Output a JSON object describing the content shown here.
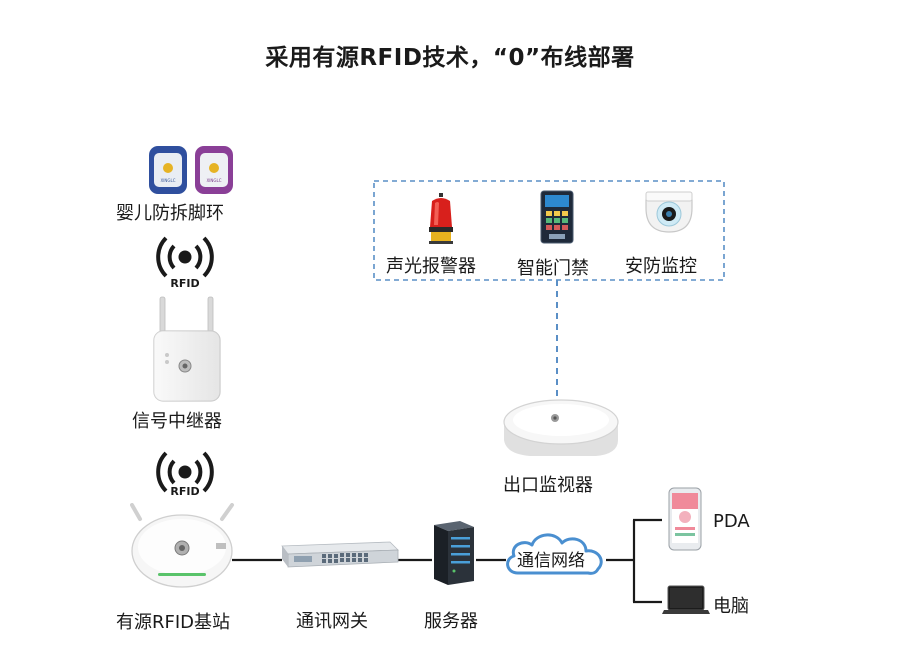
{
  "title": "采用有源RFID技术，“0”布线部署",
  "nodes": {
    "bracelet": "婴儿防拆脚环",
    "repeater": "信号中继器",
    "base_station": "有源RFID基站",
    "gateway": "通讯网关",
    "server": "服务器",
    "network": "通信网络",
    "exit_monitor": "出口监视器",
    "alarm": "声光报警器",
    "access": "智能门禁",
    "camera": "安防监控",
    "pda": "PDA",
    "computer": "电脑"
  },
  "badges": {
    "rfid_1": "RFID",
    "rfid_2": "RFID",
    "tag_brand": "XINGLC"
  },
  "colors": {
    "line": "#1a1a1a",
    "dashed": "#5a8fc6",
    "cloud": "#4a8fd0",
    "alarm_red": "#d8201c"
  }
}
